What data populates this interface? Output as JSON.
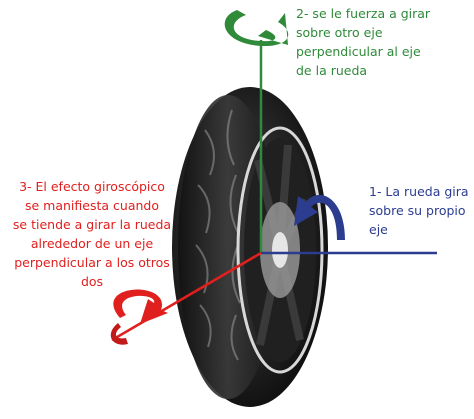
{
  "labels": {
    "axis_1": "1- La rueda gira\nsobre su propio\neje",
    "axis_2": "2- se le fuerza a girar\nsobre otro eje\nperpendicular al eje\nde la rueda",
    "axis_3": "3- El efecto giroscópico\nse manifiesta cuando\nse tiende a girar la rueda\nalrededor de un eje\nperpendicular a los otros\ndos"
  },
  "colors": {
    "axis_1": "#2c3d8f",
    "axis_2": "#2f8a3a",
    "axis_3": "#e0201e",
    "tire": "#1b1b1b"
  }
}
